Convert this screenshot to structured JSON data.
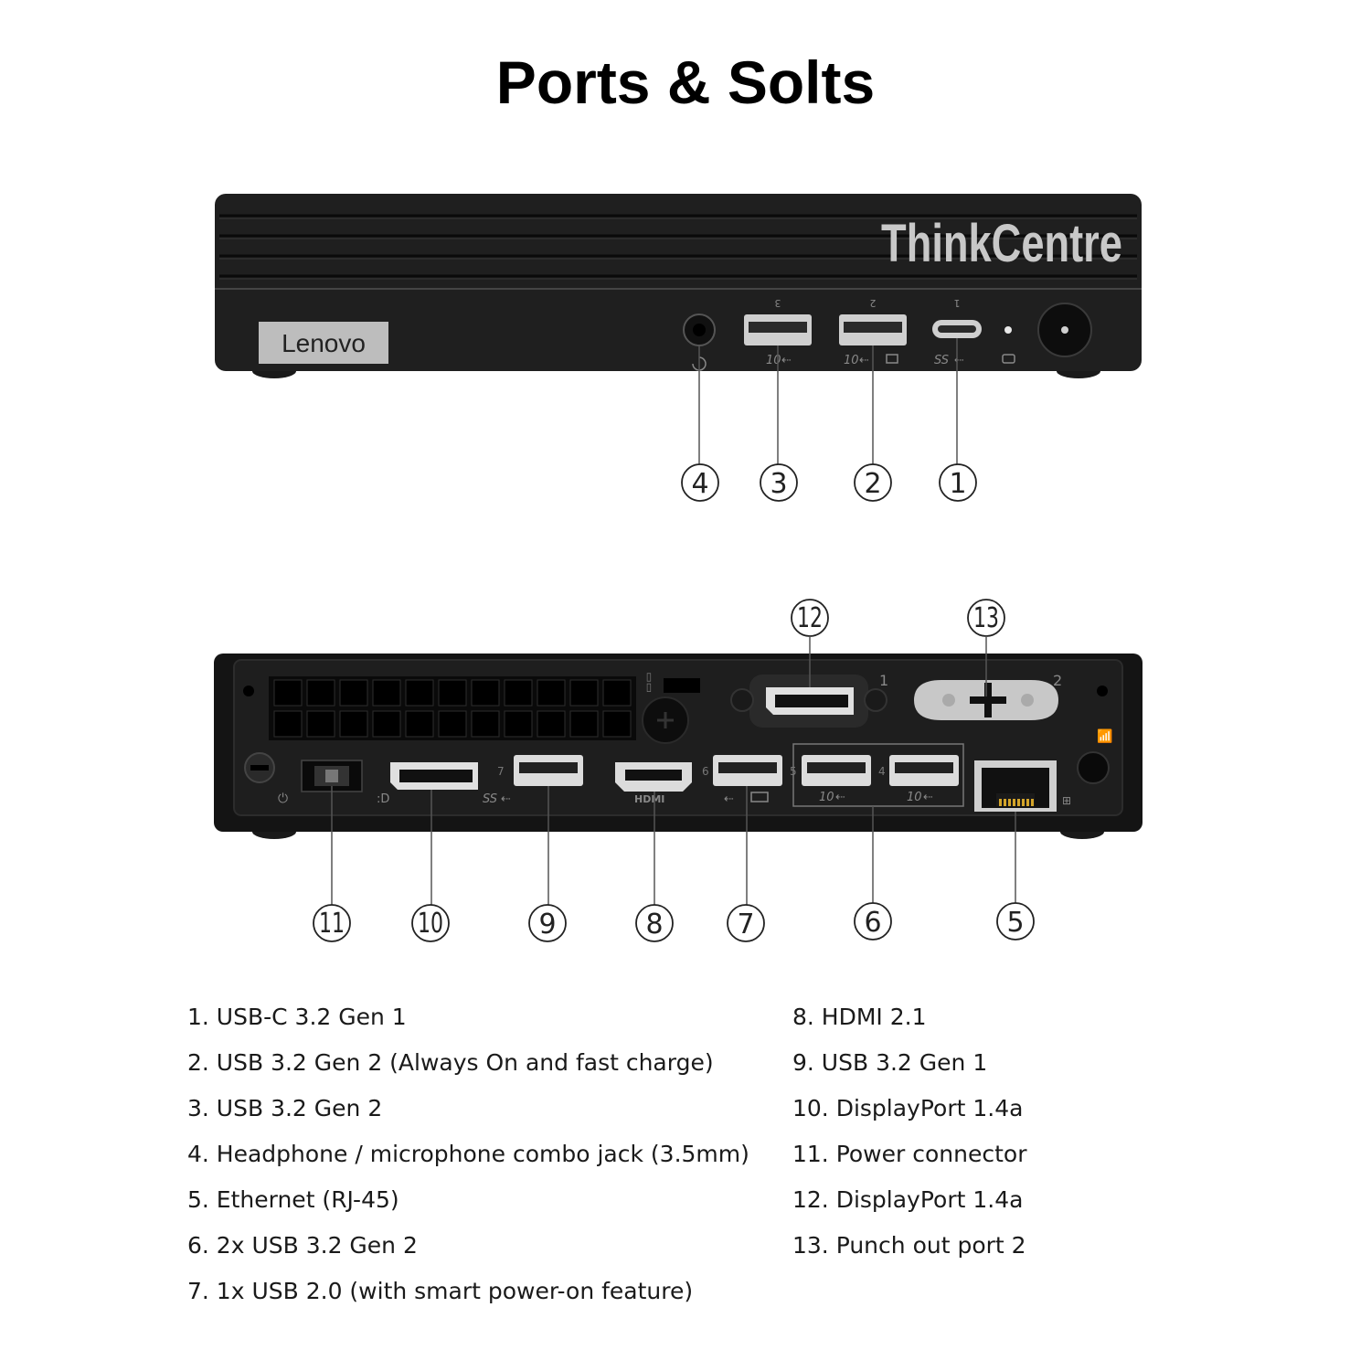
{
  "title": "Ports & Solts",
  "brand": {
    "logo_text": "Lenovo",
    "series_text": "ThinkCentre"
  },
  "front_callouts": [
    "4",
    "3",
    "2",
    "1"
  ],
  "rear_callouts_top": [
    "12",
    "13"
  ],
  "rear_callouts_bottom": [
    "11",
    "10",
    "9",
    "8",
    "7",
    "6",
    "5"
  ],
  "front_port_marks": [
    "3",
    "2",
    "1"
  ],
  "front_port_labels": [
    "10",
    "10",
    "SS"
  ],
  "rear_port_marks": [
    "7",
    "6",
    "5",
    "4",
    "1",
    "2"
  ],
  "rear_port_labels": [
    "SS",
    "HDMI",
    "10",
    "10"
  ],
  "ports_left": [
    "1. USB-C 3.2 Gen 1",
    "2. USB 3.2 Gen 2 (Always On and fast charge)",
    "3. USB 3.2 Gen 2",
    "4. Headphone / microphone combo jack (3.5mm)",
    "5. Ethernet (RJ-45)",
    "6. 2x USB 3.2 Gen 2",
    "7. 1x USB 2.0 (with smart power-on feature)"
  ],
  "ports_right": [
    "8. HDMI 2.1",
    "9. USB 3.2 Gen 1",
    "10. DisplayPort 1.4a",
    "11. Power connector",
    "12. DisplayPort 1.4a",
    "13. Punch out port 2"
  ]
}
